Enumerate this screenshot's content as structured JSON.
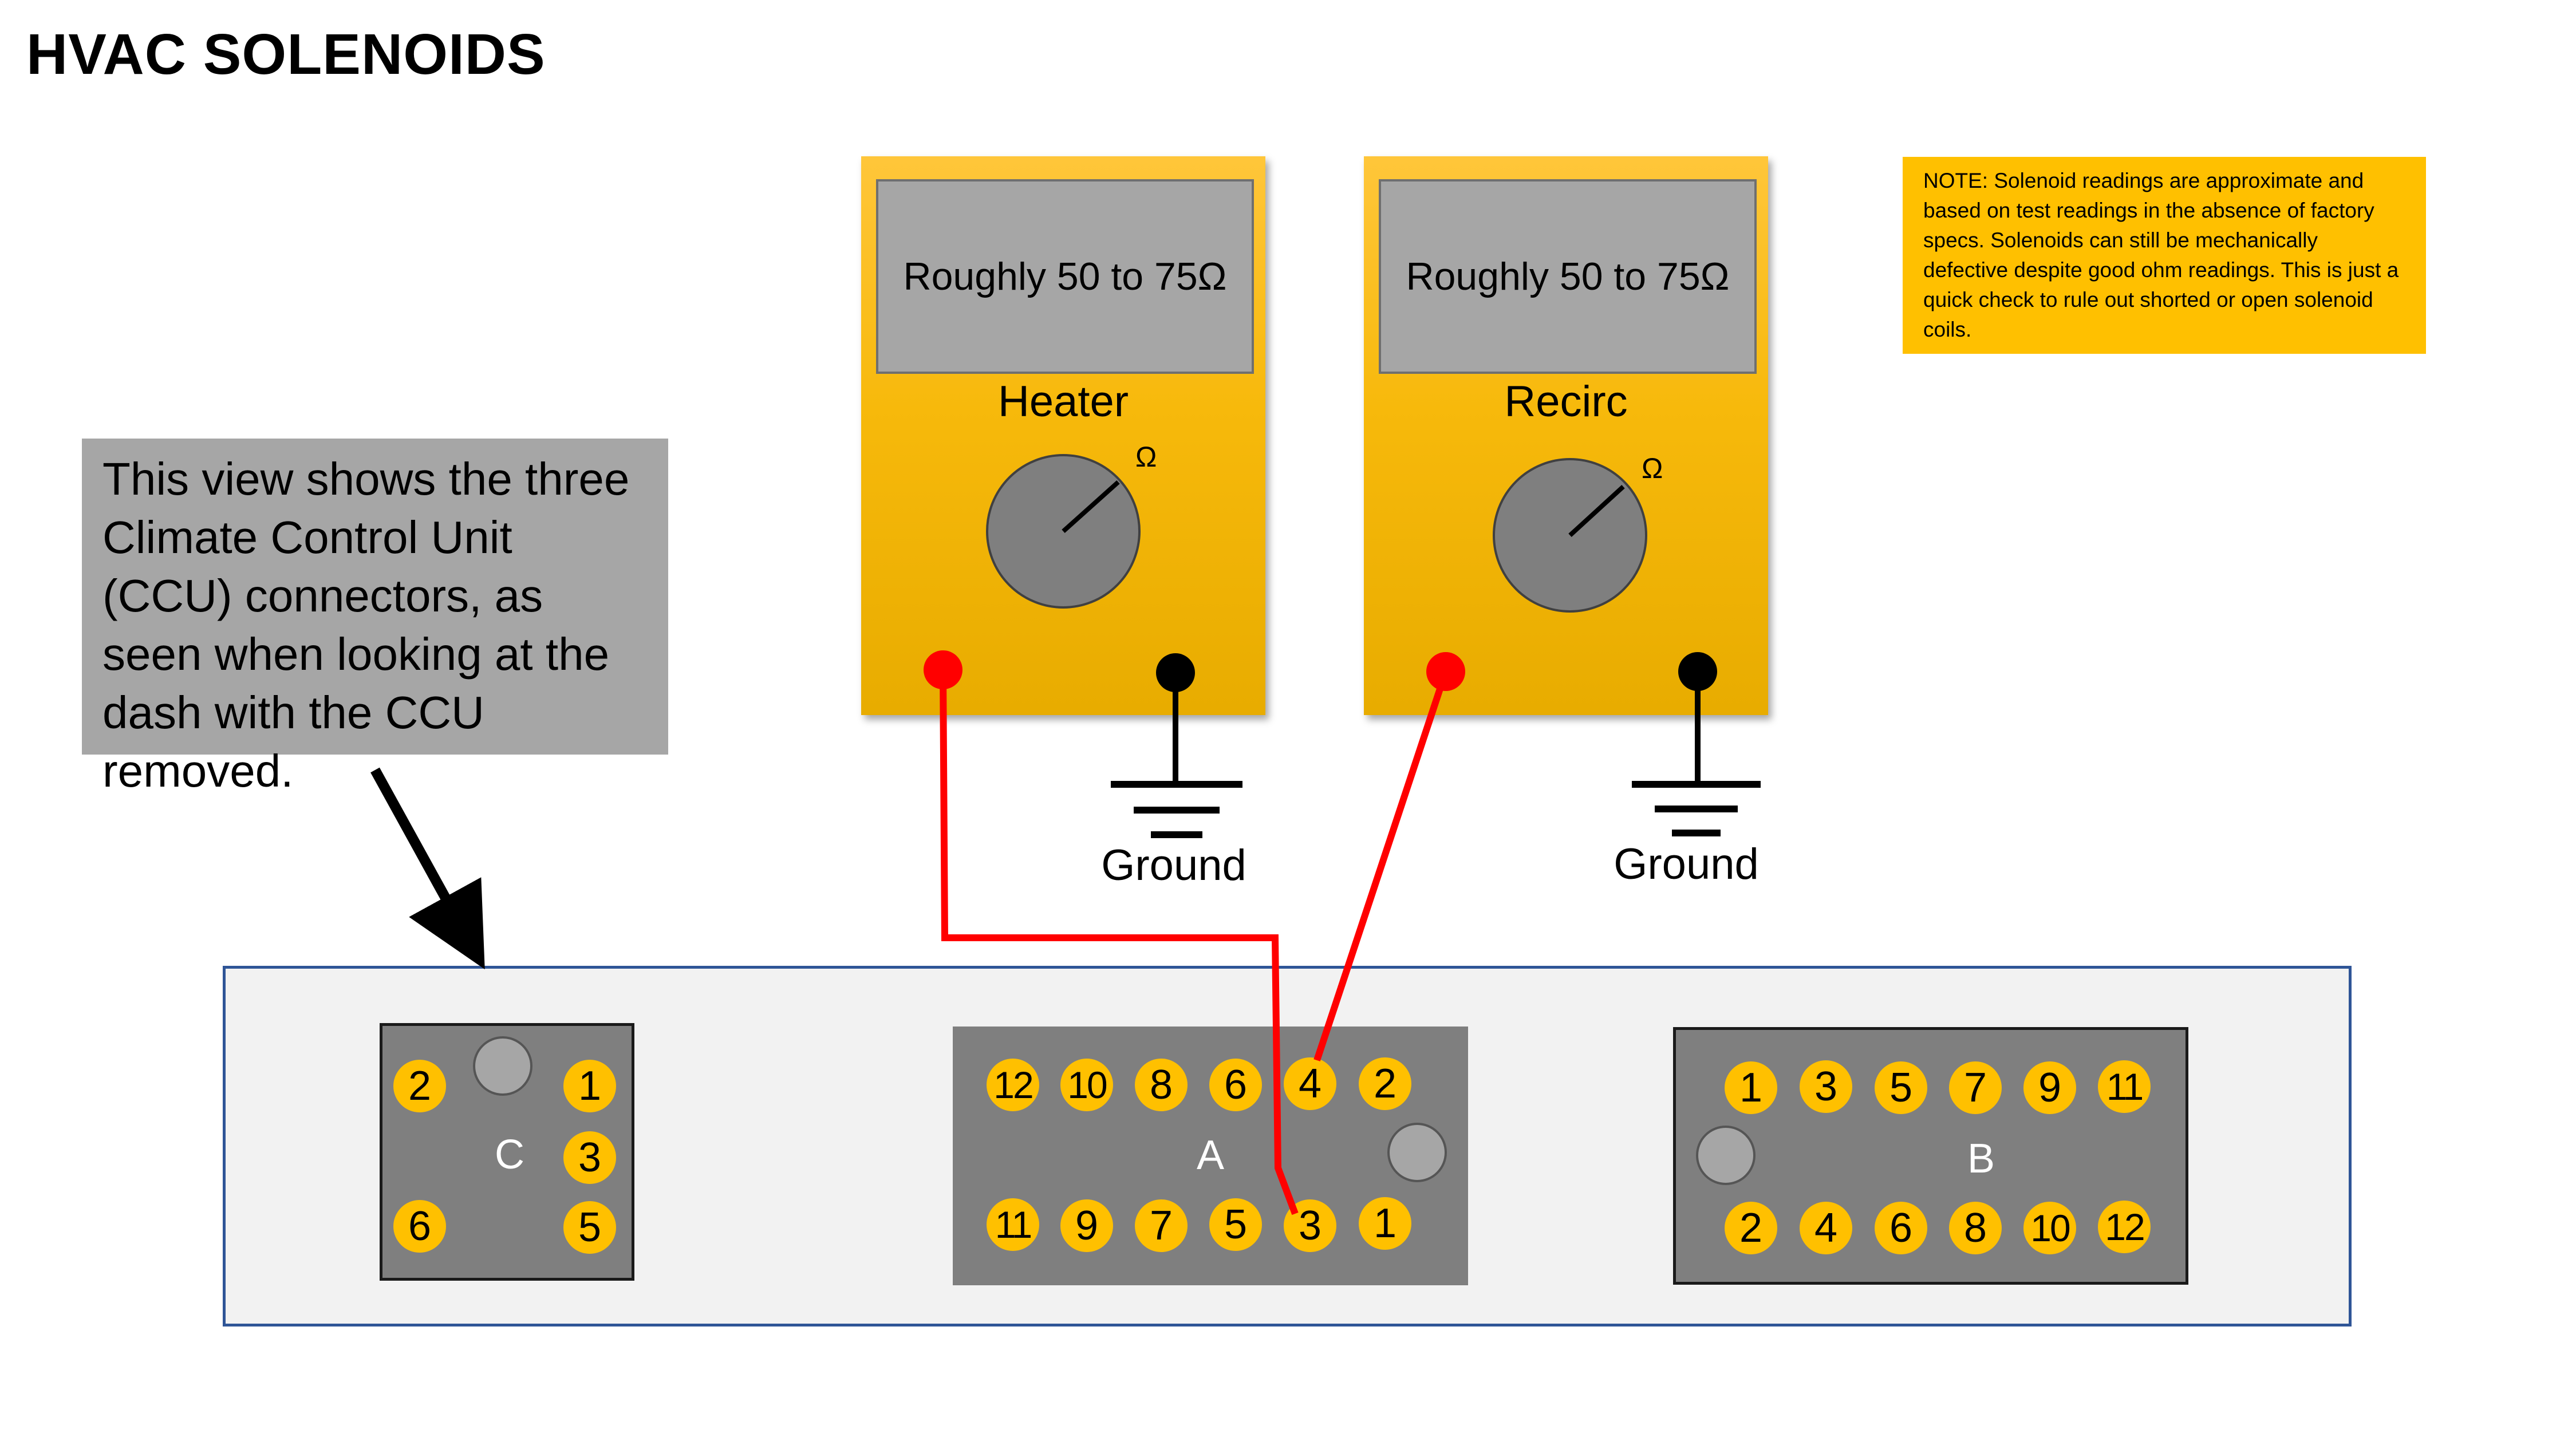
{
  "title": "HVAC SOLENOIDS",
  "callout": "This view shows the three Climate Control Unit (CCU) connectors, as seen when looking at the dash with the CCU removed.",
  "note": "NOTE: Solenoid readings are approximate and based on test readings in the absence of factory specs.  Solenoids can still be mechanically defective despite good ohm readings.  This is just a quick check to rule out shorted or open solenoid coils.",
  "meters": [
    {
      "label": "Heater",
      "reading": "Roughly 50 to 75Ω",
      "dial_symbol": "Ω"
    },
    {
      "label": "Recirc",
      "reading": "Roughly 50 to 75Ω",
      "dial_symbol": "Ω"
    }
  ],
  "ground_label": "Ground",
  "connectors": {
    "c": {
      "label": "C",
      "pins": [
        "2",
        "1",
        "3",
        "6",
        "5"
      ]
    },
    "a": {
      "label": "A",
      "top_pins": [
        "12",
        "10",
        "8",
        "6",
        "4",
        "2"
      ],
      "bottom_pins": [
        "11",
        "9",
        "7",
        "5",
        "3",
        "1"
      ]
    },
    "b": {
      "label": "B",
      "top_pins": [
        "1",
        "3",
        "5",
        "7",
        "9",
        "11"
      ],
      "bottom_pins": [
        "2",
        "4",
        "6",
        "8",
        "10",
        "12"
      ]
    }
  },
  "probe_connections": [
    {
      "meter": "Heater",
      "connector": "A",
      "pin": "3"
    },
    {
      "meter": "Recirc",
      "connector": "A",
      "pin": "4"
    }
  ],
  "colors": {
    "meter_body": "#ffc000",
    "pin_fill": "#ffc000",
    "connector_body": "#7f7f7f",
    "probe_positive": "#ff0000",
    "probe_negative": "#000000",
    "panel_border": "#2f5597",
    "callout_bg": "#a6a6a6",
    "note_bg": "#ffc000"
  }
}
